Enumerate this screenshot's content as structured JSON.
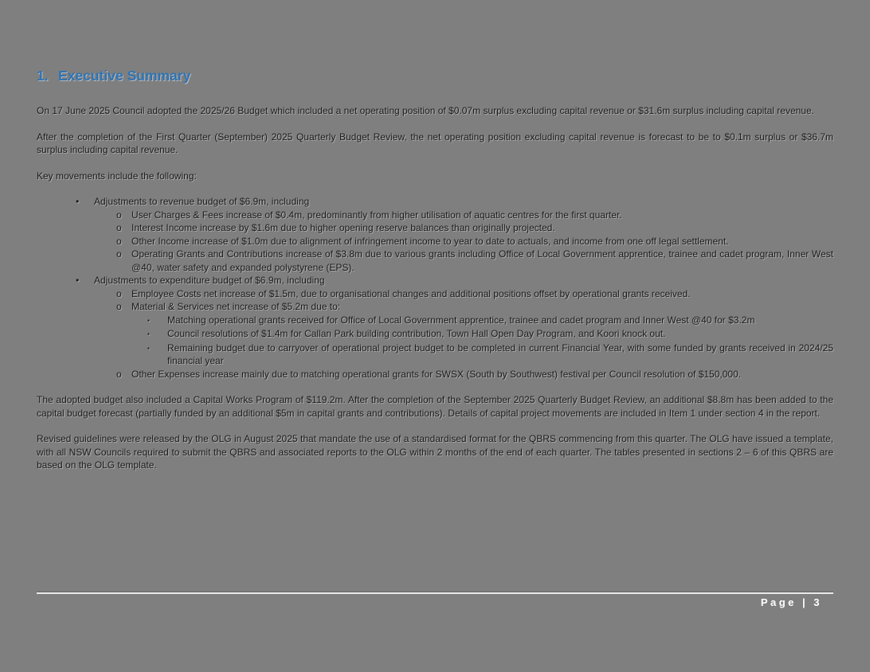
{
  "document": {
    "colors": {
      "page_background": "#7f7f7f",
      "heading_text": "#2e74b5",
      "body_text": "#1c1c1c",
      "footer_text": "#ffffff"
    },
    "heading": {
      "number": "1.",
      "title": "Executive Summary"
    },
    "intro_paragraphs": [
      "On 17 June 2025 Council adopted the 2025/26 Budget which included a net operating position of $0.07m surplus excluding capital revenue or $31.6m surplus including capital revenue.",
      "After the completion of the First Quarter (September) 2025 Quarterly Budget Review, the net operating position excluding capital revenue is forecast to be to $0.1m surplus or $36.7m surplus including capital revenue.",
      "Key movements include the following:"
    ],
    "key_movements": {
      "items": [
        {
          "level": 1,
          "marker": "•",
          "text": "Adjustments to revenue budget of $6.9m, including"
        },
        {
          "level": 2,
          "marker": "o",
          "text": "User Charges & Fees increase of $0.4m, predominantly from higher utilisation of aquatic centres for the first quarter."
        },
        {
          "level": 2,
          "marker": "o",
          "text": "Interest Income increase by $1.6m due to higher opening reserve balances than originally projected."
        },
        {
          "level": 2,
          "marker": "o",
          "text": "Other Income increase of $1.0m due to alignment of infringement income to year to date to actuals, and income from one off legal settlement."
        },
        {
          "level": 2,
          "marker": "o",
          "text": "Operating Grants and Contributions increase of $3.8m due to various grants including Office of Local Government apprentice, trainee and cadet program, Inner West @40, water safety and expanded polystyrene (EPS)."
        },
        {
          "level": 1,
          "marker": "•",
          "text": "Adjustments to expenditure budget of $6.9m, including"
        },
        {
          "level": 2,
          "marker": "o",
          "text": "Employee Costs net increase of $1.5m, due to organisational changes and additional positions offset by operational grants received."
        },
        {
          "level": 2,
          "marker": "o",
          "text": "Material & Services net increase of $5.2m due to:"
        },
        {
          "level": 3,
          "marker": "▪",
          "text": "Matching operational grants received for Office of Local Government apprentice, trainee and cadet program and Inner West @40 for $3.2m"
        },
        {
          "level": 3,
          "marker": "▪",
          "text": "Council resolutions of $1.4m for Callan Park building contribution, Town Hall Open Day Program, and Koori knock out."
        },
        {
          "level": 3,
          "marker": "▪",
          "text": "Remaining budget due to carryover of operational project budget to be completed in current Financial Year, with some funded by grants received in 2024/25 financial year"
        },
        {
          "level": 2,
          "marker": "o",
          "text": "Other Expenses increase mainly due to matching operational grants for SWSX (South by Southwest) festival per Council resolution of $150,000."
        }
      ]
    },
    "closing_paragraphs": [
      "The adopted budget also included a Capital Works Program of $119.2m. After the completion of the September 2025 Quarterly Budget Review, an additional $8.8m has been added to the capital budget forecast (partially funded by an additional $5m in capital grants and contributions). Details of capital project movements are included in Item 1 under section 4 in the report.",
      "Revised guidelines were released by the OLG in August 2025 that mandate the use of a standardised format for the QBRS commencing from this quarter. The OLG have issued a template, with all NSW Councils required to submit the QBRS and associated reports to the OLG within 2 months of the end of each quarter. The tables presented in sections 2 – 6 of this QBRS are based on the OLG template."
    ],
    "footer": {
      "page_label": "Page | 3"
    }
  }
}
